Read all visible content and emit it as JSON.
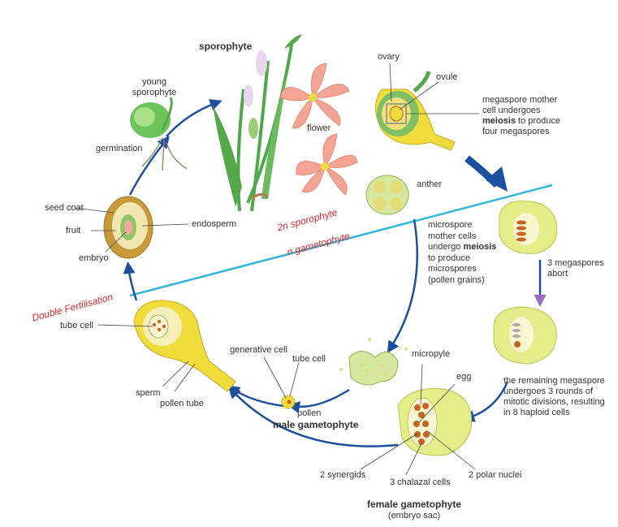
{
  "labels": {
    "sporophyte": "sporophyte",
    "young_sporophyte_1": "young",
    "young_sporophyte_2": "sporophyte",
    "germination": "germination",
    "flower": "flower",
    "ovary": "ovary",
    "ovule": "ovule",
    "megaspore_1": "megaspore mother",
    "megaspore_2": "cell undergoes",
    "megaspore_3a": "meiosis",
    "megaspore_3b": " to produce",
    "megaspore_4": "four megaspores",
    "anther": "anther",
    "seed_coat": "seed coat",
    "fruit": "fruit",
    "endosperm": "endosperm",
    "embryo": "embryo",
    "sporophyte_2n_a": "2",
    "sporophyte_2n_b": "n",
    "sporophyte_2n_c": " sporophyte",
    "gametophyte_n_a": "n",
    "gametophyte_n_b": " gametophyte",
    "microspore_1": "microspore",
    "microspore_2": "mother cells",
    "microspore_3a": "undergo ",
    "microspore_3b": "meiosis",
    "microspore_4": "to produce",
    "microspore_5": "microspores",
    "microspore_6": "(pollen grains)",
    "three_megaspores_1": "3 megaspores",
    "three_megaspores_2": "abort",
    "double_fertilisation": "Double Fertilisation",
    "tube_cell_left": "tube cell",
    "generative_cell": "generative cell",
    "tube_cell": "tube cell",
    "micropyle": "micropyle",
    "egg": "egg",
    "sperm": "sperm",
    "pollen_tube": "pollen tube",
    "pollen": "pollen",
    "male_gametophyte": "male gametophyte",
    "remaining_1": "the remaining megaspore",
    "remaining_2": "undergoes 3 rounds of",
    "remaining_3": "mitotic divisions, resulting",
    "remaining_4": "in 8 haploid cells",
    "synergids": "2 synergids",
    "chalazal": "3 chalazal cells",
    "polar_nuclei": "2 polar nuclei",
    "female_gametophyte": "female gametophyte",
    "embryo_sac": "(embryo sac)"
  },
  "colors": {
    "arrow_blue": "#1b4fa0",
    "divider": "#33b6d9",
    "red_text": "#e0252b",
    "yellow_green": "#e5ec8a",
    "yellow": "#f0dc3a",
    "green": "#55a84a",
    "petal": "#f6a493",
    "nucleus": "#c8621e",
    "purple_arrow": "#9a6bc4"
  }
}
